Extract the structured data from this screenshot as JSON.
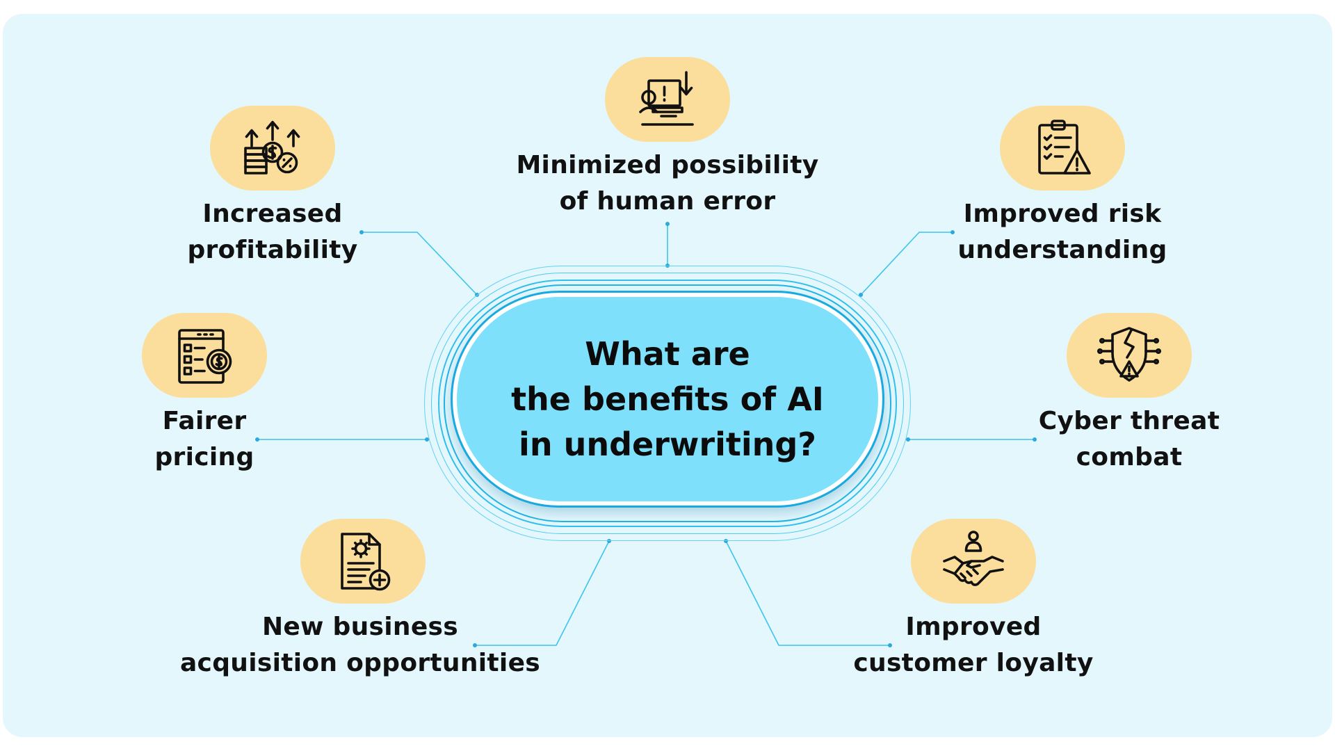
{
  "center": {
    "lines": [
      "What are",
      "the benefits of AI",
      "in underwriting?"
    ]
  },
  "benefits": [
    {
      "id": "human-error",
      "lines": [
        "Minimized possibility",
        "of human error"
      ],
      "icon": "computer-error-icon"
    },
    {
      "id": "profitability",
      "lines": [
        "Increased",
        "profitability"
      ],
      "icon": "money-growth-icon"
    },
    {
      "id": "risk",
      "lines": [
        "Improved risk",
        "understanding"
      ],
      "icon": "clipboard-warning-icon"
    },
    {
      "id": "pricing",
      "lines": [
        "Fairer",
        "pricing"
      ],
      "icon": "price-list-icon"
    },
    {
      "id": "cyber",
      "lines": [
        "Cyber threat",
        "combat"
      ],
      "icon": "cyber-shield-icon"
    },
    {
      "id": "new-business",
      "lines": [
        "New business",
        "acquisition opportunities"
      ],
      "icon": "document-add-icon"
    },
    {
      "id": "loyalty",
      "lines": [
        "Improved",
        "customer loyalty"
      ],
      "icon": "handshake-icon"
    }
  ],
  "colors": {
    "background": "#e3f7fd",
    "badge": "#fbdd9c",
    "center_fill": "#7fe0fc",
    "accent": "#29b6e6"
  }
}
